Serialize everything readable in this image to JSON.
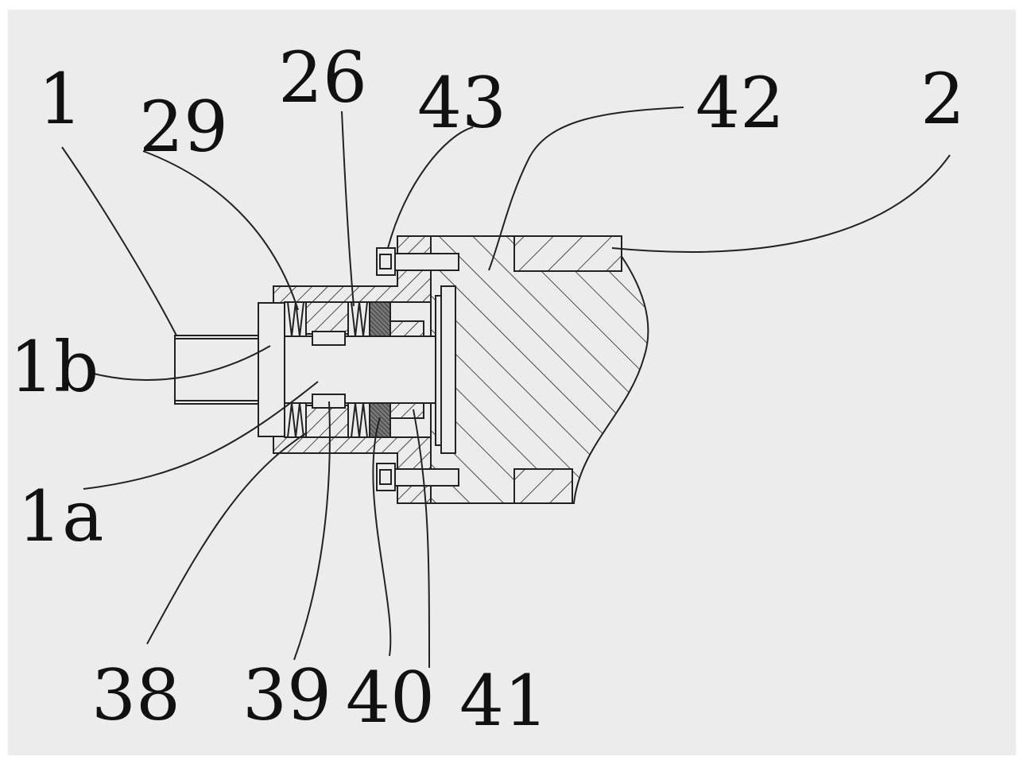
{
  "figure": {
    "labels": {
      "l1": "1",
      "l29": "29",
      "l26": "26",
      "l43": "43",
      "l42": "42",
      "l2": "2",
      "l1b": "1b",
      "l1a": "1a",
      "l38": "38",
      "l39": "39",
      "l40": "40",
      "l41": "41"
    },
    "colors": {
      "background": "#ececec",
      "line": "#222222",
      "dark_washer": "#555555"
    }
  }
}
